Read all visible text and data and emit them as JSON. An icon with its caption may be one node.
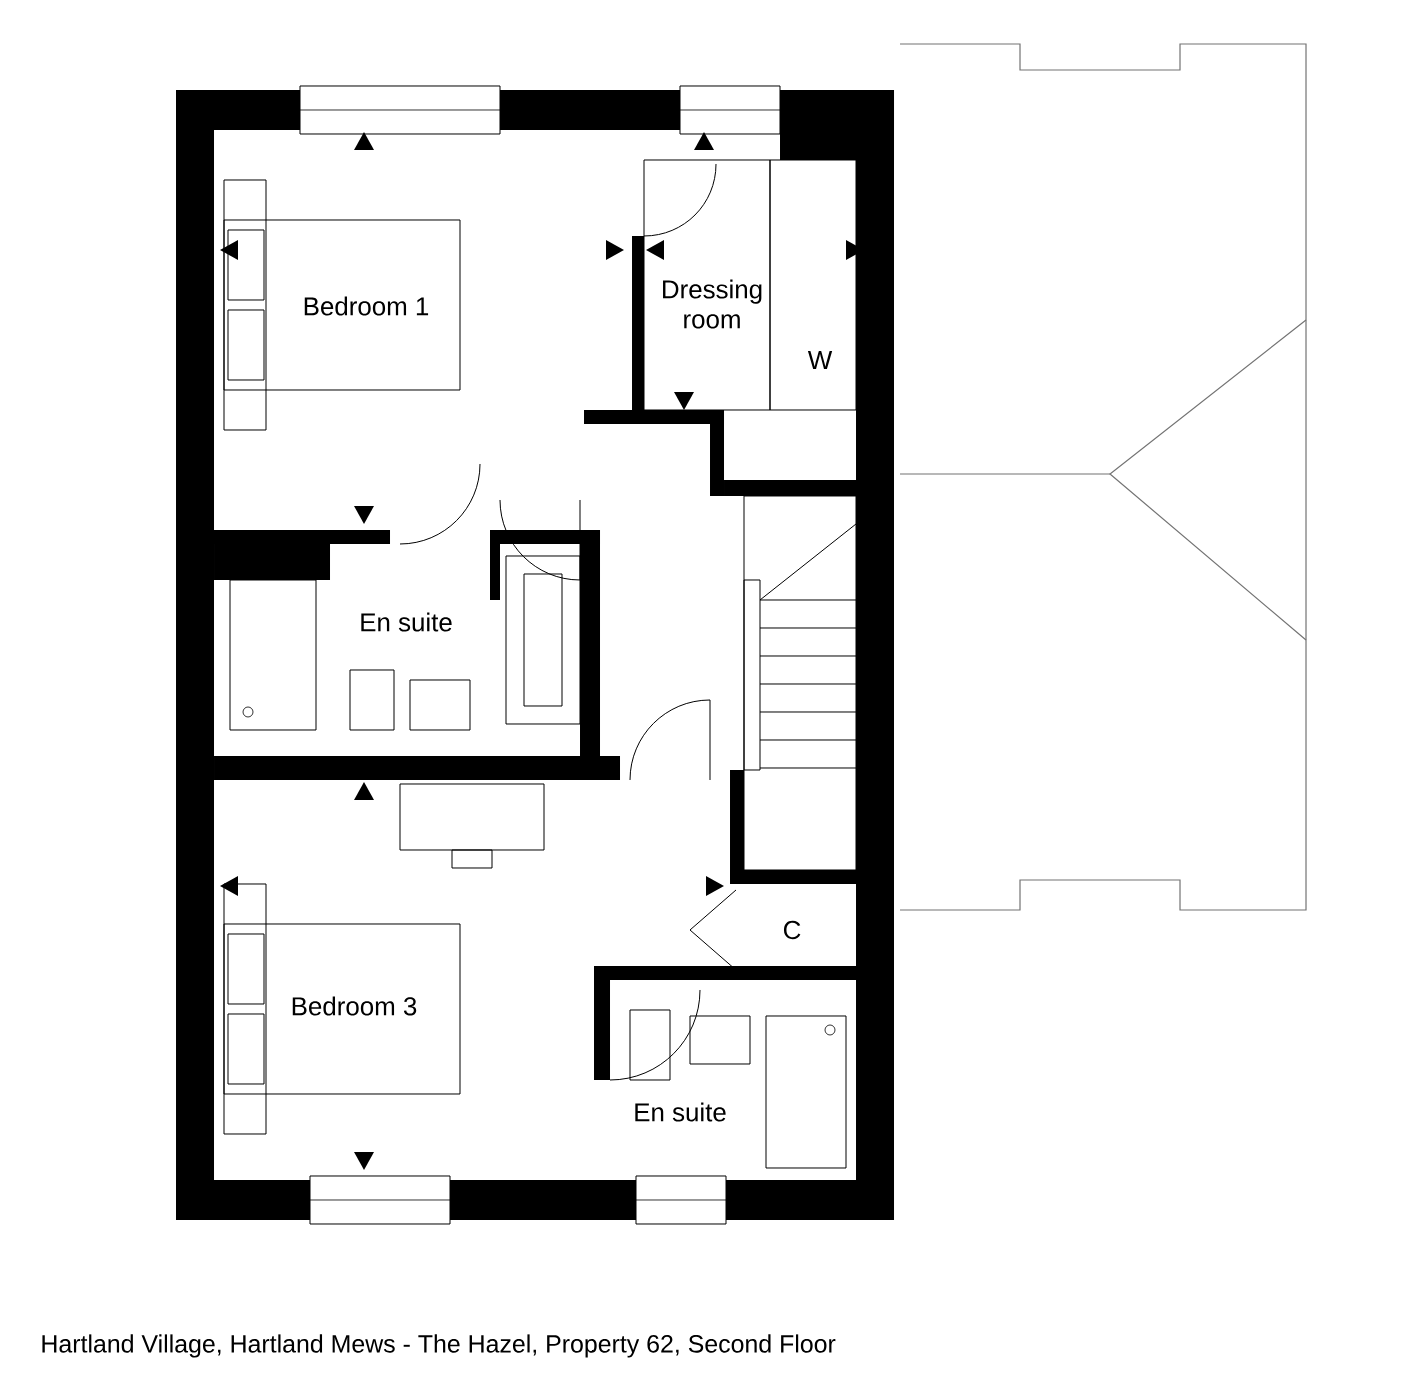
{
  "diagram": {
    "caption": "Hartland Village, Hartland Mews - The Hazel, Property 62, Second Floor",
    "labels": [
      "Bedroom 1",
      "Dressing room",
      "W",
      "En suite",
      "C",
      "Bedroom 3",
      "En suite"
    ]
  }
}
